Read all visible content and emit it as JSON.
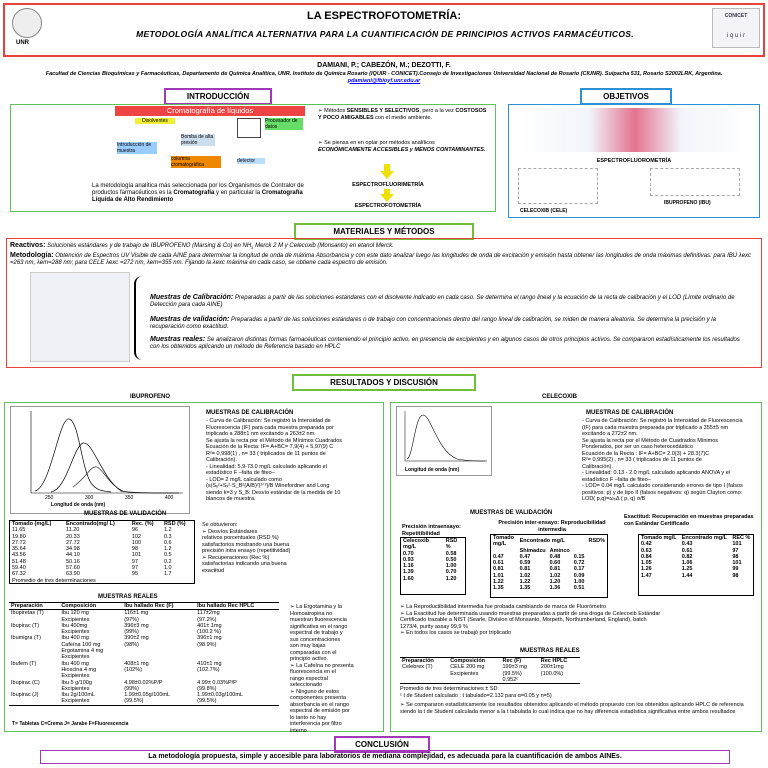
{
  "header": {
    "title": "LA ESPECTROFOTOMETRÍA:",
    "subtitle": "METODOLOGÍA  ANALÍTICA  ALTERNATIVA  PARA  LA  CUANTIFICACIÓN DE PRINCIPIOS ACTIVOS FARMACÉUTICOS.",
    "left_logo_text": "UNR",
    "right_logo_text": "CONICET",
    "right_logo_sub": "i q u i r",
    "authors": "DAMIANI, P.; CABEZÓN, M.; DEZOTTI, F.",
    "affiliation": "Facultad de Ciencias Bioquímicas y Farmacéuticas, Departamento de Química Analítica, UNR. Instituto de Química Rosario (IQUIR - CONICET).Consejo de Investigaciones Universidad Nacional de Rosario (CIUNR). Suipacha 531, Rosario S2002LRK, Argentina.",
    "email": "pdamiani@fbioyf.unr.edu.ar"
  },
  "intro": {
    "header": "INTRODUCCIÓN",
    "diagram_title": "Cromatografía de líquidos",
    "labels": {
      "solvents": "Disolventes",
      "pump": "Bomba de alta presión",
      "injector": "Introducción de muestra",
      "column": "columna cromatográfica",
      "detector": "detector",
      "processor": "Procesador de datos"
    },
    "caption_a": "La metodología analítica más seleccionada  por los Organismos de Contralor de productos farmacéuticos es  la ",
    "caption_b": "Cromatografía",
    "caption_c": " y en particular la ",
    "caption_d": "Cromatografía Líquida de Alto Rendimiento",
    "bullet1_a": "Métodos ",
    "bullet1_b": "SENSIBLES Y SELECTIVOS",
    "bullet1_c": ", pero a la vez ",
    "bullet1_d": "COSTOSOS Y POCO AMIGABLES",
    "bullet1_e": " con el medio ambiente.",
    "bullet2_a": "Se piensa en en optar por métodos analíticos ",
    "bullet2_b": "ECONÓMICAMENTE ACCESIBLES y MENOS CONTAMINANTES.",
    "spectro1": "ESPECTROFLUORIMETRÍA",
    "spectro2": "ESPECTROFOTOMETRÍA"
  },
  "objetivos": {
    "header": "OBJETIVOS",
    "spectro": "ESPECTROFLUOROMETRÍA",
    "drug1": "CELECOXIB (CELE)",
    "drug2": "IBUPROFENO (IBU)"
  },
  "methods": {
    "header": "MATERIALES Y MÉTODOS",
    "reactivos_label": "Reactivos:",
    "reactivos_text": " Soluciones estándares y de trabajo de  IBUPROFENO (Marsing & Co) en NH",
    "reactivos_sub": "3",
    "reactivos_text2": " Merck 2 M  y  Celecoxib (Monsanto) en etanol Merck.",
    "metodologia_label": "Metodología:",
    "metodologia_text": " Obtención de Espectros UV Visible  de cada AINE para determinar la longitud de onda de máxima Absorbancia y con este dato analizar luego las longitudes de onda de excitación y emisión hasta obtener las longitudes de onda máximas definitivas: para IBU λexc =263 nm,  λem=288 nm; para CELE λexc =272 nm, λem=355 nm. Fijando la λexc  máxima en  cada caso, se obtiene cada espectro de emisión.",
    "calib_label": "Muestras de Calibración:",
    "calib_text": " Preparadas a partir de las soluciones estándares con el disolvente indicado en cada caso. Se determina el rango lineal y  la ecuación de la recta de calibración y el LOD (Límite ordinario de Detección para cada AINE)",
    "valid_label": "Muestras de validación:",
    "valid_text": " Preparadas a partir de las soluciones estándares o de trabajo con concentraciones dentro del rango lineal de calibración, se miden de manera aleatoria. Se determina la precisión y la recuperación como exactitud.",
    "real_label": "Muestras reales:",
    "real_text": " Se analizaron distintas formas farmacéuticas conteniendo el principio activo, en presencia de excipientes y en algunos casos de otros principios activos. Se compararon estadísticamente  los resultados con los obtenidos aplicando un método de Referencia basado en HPLC"
  },
  "results": {
    "header": "RESULTADOS Y DISCUSIÓN",
    "ibu": {
      "title": "IBUPROFENO",
      "chart_xlabel": "Longitud de onda (nm)",
      "chart_ticks": [
        "250",
        "300",
        "350",
        "400"
      ],
      "calib_title": "MUESTRAS DE CALIBRACIÓN",
      "calib_lines": [
        "- Curva de Calibración: Se registró la Intensidad de",
        "Fluorescencia (IF) para cada muestra preparada por",
        "triplicado a 288±1 nm excitando a 263±2 nm.",
        "Se ajusta la recta por el Método de  Mínimos Cuadrados",
        "Ecuación de la Recta: IF= A+BC= 7,9(4) + 5,97(9) C",
        "  R²= 0,998(1) , n= 33 ( triplicados de 11 puntos de",
        "Calibración).",
        "- Linealidad: 5,9-73.0 mg/L calculado aplicando el",
        "estadístico F –falta de fiteo–",
        "- LOD= 2 mg/L calculado como",
        "(s(Sᵧ²+Sₓ²·S_B²(A/B)²)¹ᐟ²)/B   Winefordner and Long",
        "siendo k=3 y S_B: Desvío estándar de la medida de 10",
        "blancos de muestra."
      ],
      "valid_title": "MUESTRAS DE VALIDACIÓN",
      "valid_headers": [
        "Tomado (mg/L)",
        "Encontrado(mg/ L)",
        "Rec. (%)",
        "RSD (%)"
      ],
      "valid_rows": [
        [
          "11.65",
          "11.20",
          "96",
          "1.2"
        ],
        [
          "19.80",
          "20.33",
          "102",
          "0.3"
        ],
        [
          "27.72",
          "27.72",
          "100",
          "0.6"
        ],
        [
          "35.64",
          "34.98",
          "98",
          "1.2"
        ],
        [
          "43.56",
          "44.10",
          "101",
          "0.5"
        ],
        [
          "51.48",
          "50.16",
          "97",
          "0.2"
        ],
        [
          "59.40",
          "57.60",
          "97",
          "1.0"
        ],
        [
          "67.32",
          "63.90",
          "95",
          "1.7"
        ]
      ],
      "valid_footer": "Promedio de tres determinaciones",
      "valid_notes": [
        "Se obtuvieron:",
        "➢  Desvíos Estándares",
        "relativos  porcentuales (RSD %)",
        "satisfactorios mostrando una buena",
        "precisión intra ensayo (repetitividad)",
        "➢  Recuperaciones (Rec %)",
        "satisfactorias indicando una buena",
        "exactitud"
      ],
      "real_title": "MUESTRAS REALES",
      "real_headers": [
        "Preparación",
        "Composición",
        "Ibu hallado Rec (F)",
        "Ibu hallado Rec HPLC"
      ],
      "real_rows": [
        [
          "Ibupiretas (T)",
          "Ibu 120 mg",
          "116±1 mg",
          "117±2mg"
        ],
        [
          "",
          "Excipientes",
          "(97%)",
          "(97.2%)"
        ],
        [
          "Ibupirac (T)",
          "Ibu 400mg",
          "396±3 mg",
          "401± 1mg"
        ],
        [
          "",
          "Excipientes",
          "(99%)",
          "(100.2 %)"
        ],
        [
          "Ibumigra (T)",
          "Ibu 400 mg",
          "390±2 mg",
          "396±1 mg"
        ],
        [
          "",
          "Cafeína 100 mg",
          "(98%)",
          "(98.9%)"
        ],
        [
          "",
          "Ergotamina 4 mg",
          "",
          ""
        ],
        [
          "",
          "Excipientes",
          "",
          ""
        ],
        [
          "Ibufem (T)",
          "Ibu 400 mg",
          "408±1 mg",
          "410±1 mg"
        ],
        [
          "",
          "Hioscina 4 mg",
          "(102%)",
          "(102.7%)"
        ],
        [
          "",
          "Excipientes",
          "",
          ""
        ],
        [
          "Ibupirac (C)",
          "Ibu 5 g/100g",
          "4.98±0.02%P/P",
          "4.99± 0.03%P/P"
        ],
        [
          "",
          "Excipientes",
          "(99%)",
          "(99.8%)"
        ],
        [
          "Ibupirac (J)",
          "Ibu 2g/100mL",
          "1.99±0.05g/100mL",
          "1.99±0.03g/100mL"
        ],
        [
          "",
          "Excipientes",
          "(99.5%)",
          "(99.5%)"
        ]
      ],
      "real_footer": "T= Tabletas  C=Crema   J= Jarabe                F=Fluorescencia",
      "real_notes": [
        "➢ La Ergotamina y  la",
        "Homoatropina no",
        "muestran fluorescencia",
        "significativa en el rango",
        "espectral de trabajo y",
        "sus concentraciones",
        "son muy bajas",
        "comparadas con el",
        "principio activo.",
        "➢ La Cafeína no presenta",
        "fluorescencia en el",
        "rango espectral",
        "seleccionado",
        "➢ Ninguno de estos",
        "componentes presenta",
        "absorbancia en el rango",
        "espectral de emisión por",
        "lo tanto no hay",
        "interferencia por filtro",
        "interno"
      ]
    },
    "cele": {
      "title": "CELECOXIB",
      "chart_xlabel": "Longitud de onda (nm)",
      "calib_title": "MUESTRAS DE CALIBRACIÓN",
      "calib_lines": [
        "- Curva de Calibración: Se registró la Intensidad de Fluorescencia",
        "(IF) para cada muestra preparada por triplicado a 355±5 nm",
        "excitando a 272±2 nm.",
        "Se ajusta la recta por el Método de Cuadrados Mínimos",
        "Ponderados, por ser un caso heterocedástico",
        "Ecuación de la Recta : IF= A+BC= 2.0(3) + 28.3(7)C",
        "  R²= 0,995(2) , n= 33 ( triplicados de 11 puntos de",
        "Calibración).",
        "- Linealidad: 0.13 - 2.0 mg/L calculado aplicando ANOVA y el",
        "estadístico F –falta de fiteo–",
        "- LOD= 0.04 mg/L calculado considerando errores de tipo I (falsos",
        "positivos: p)  y de tipo II (falsos negativos: q) según Clayton como:",
        "LOD( p,q)=ω₀Δ ( p, q) σ/B"
      ],
      "valid_title": "MUESTRAS DE VALIDACIÓN",
      "intra_title": "Precisión intraensayo: Repetitibilidad",
      "intra_headers": [
        "Celecoxib mg/L",
        "RSD %"
      ],
      "intra_rows": [
        [
          "0.70",
          "0.58"
        ],
        [
          "0.93",
          "0.50"
        ],
        [
          "1.16",
          "1.00"
        ],
        [
          "1.39",
          "0.70"
        ],
        [
          "1.60",
          "1.20"
        ]
      ],
      "inter_title": "Precisión inter-ensayo: Reproducibilidad intermedia",
      "inter_headers": [
        "Tomado mg/L",
        "Encontrado mg/L",
        "",
        "",
        "RSD%"
      ],
      "inter_sub": [
        "",
        "Shimadzu",
        "Aminco",
        ""
      ],
      "inter_rows": [
        [
          "0.47",
          "0.47",
          "0.48",
          "0.15"
        ],
        [
          "0.61",
          "0.59",
          "0.60",
          "0.72"
        ],
        [
          "0.81",
          "0.81",
          "0.81",
          "0.17"
        ],
        [
          "1.01",
          "1.02",
          "1.02",
          "0.09"
        ],
        [
          "1.22",
          "1.22",
          "1.20",
          "1.00"
        ],
        [
          "1.35",
          "1.35",
          "1.36",
          "0.51"
        ]
      ],
      "exact_title": "Exactitud: Recuperación en muestras preparadas con Estándar Certificado",
      "exact_headers": [
        "Tomado mg/L",
        "Encontrado mg/L",
        "REC %"
      ],
      "exact_rows": [
        [
          "0.42",
          "0.43",
          "101"
        ],
        [
          "0.63",
          "0.61",
          "97"
        ],
        [
          "0.84",
          "0.82",
          "98"
        ],
        [
          "1.05",
          "1.06",
          "101"
        ],
        [
          "1.26",
          "1.25",
          "99"
        ],
        [
          "1.47",
          "1.44",
          "98"
        ]
      ],
      "valid_notes": [
        "➢ La Reproductibilidad intermedia fue probada cambiando de marca de Fluorómetro",
        "➢ La Exactitud  fue determinada usando muestras preparadas a partir de una droga de Celecoxib Estándar",
        "    Certificado trazable a NIST (Searle, Division of  Monsanto, Morpeth, Northumberland, England), batch",
        "    1273/4, purity assay 99,9 %",
        "➢ En todos los casos se trabajó por triplicado"
      ],
      "real_title": "MUESTRAS REALES",
      "real_headers": [
        "Preparación",
        "Composición",
        "Rec (F)",
        "Rec HPLC"
      ],
      "real_rows": [
        [
          "Celebrex (T)",
          "CELE 200 mg",
          "199±3 mg",
          "200±1mg"
        ],
        [
          "",
          "Excipientes",
          "(99.5%)",
          "(100.0%)"
        ],
        [
          "",
          "",
          "0.952ᶜ",
          ""
        ]
      ],
      "real_footer1": "Promedio de tres determinaciones ± SD",
      "real_footer2": "ᶜ t de Student calculado  : t tabulado=2.132 para α=0.05 y n=5)",
      "real_note": "➢  Se compararon  estadísticamente los resultados obtenidos aplicando el método propuesto con los obtenidos aplicando HPLC de referencia siendo la t de Student calculada menor a la t tabulada lo cual indica que no hay diferencia estadística significativa entre ambos resultados"
    }
  },
  "conclusion": {
    "header": "CONCLUSIÓN",
    "text": "La metodología  propuesta, simple  y accesible para laboratorios de mediana complejidad, es adecuada para la cuantificación de ambos AINEs."
  }
}
